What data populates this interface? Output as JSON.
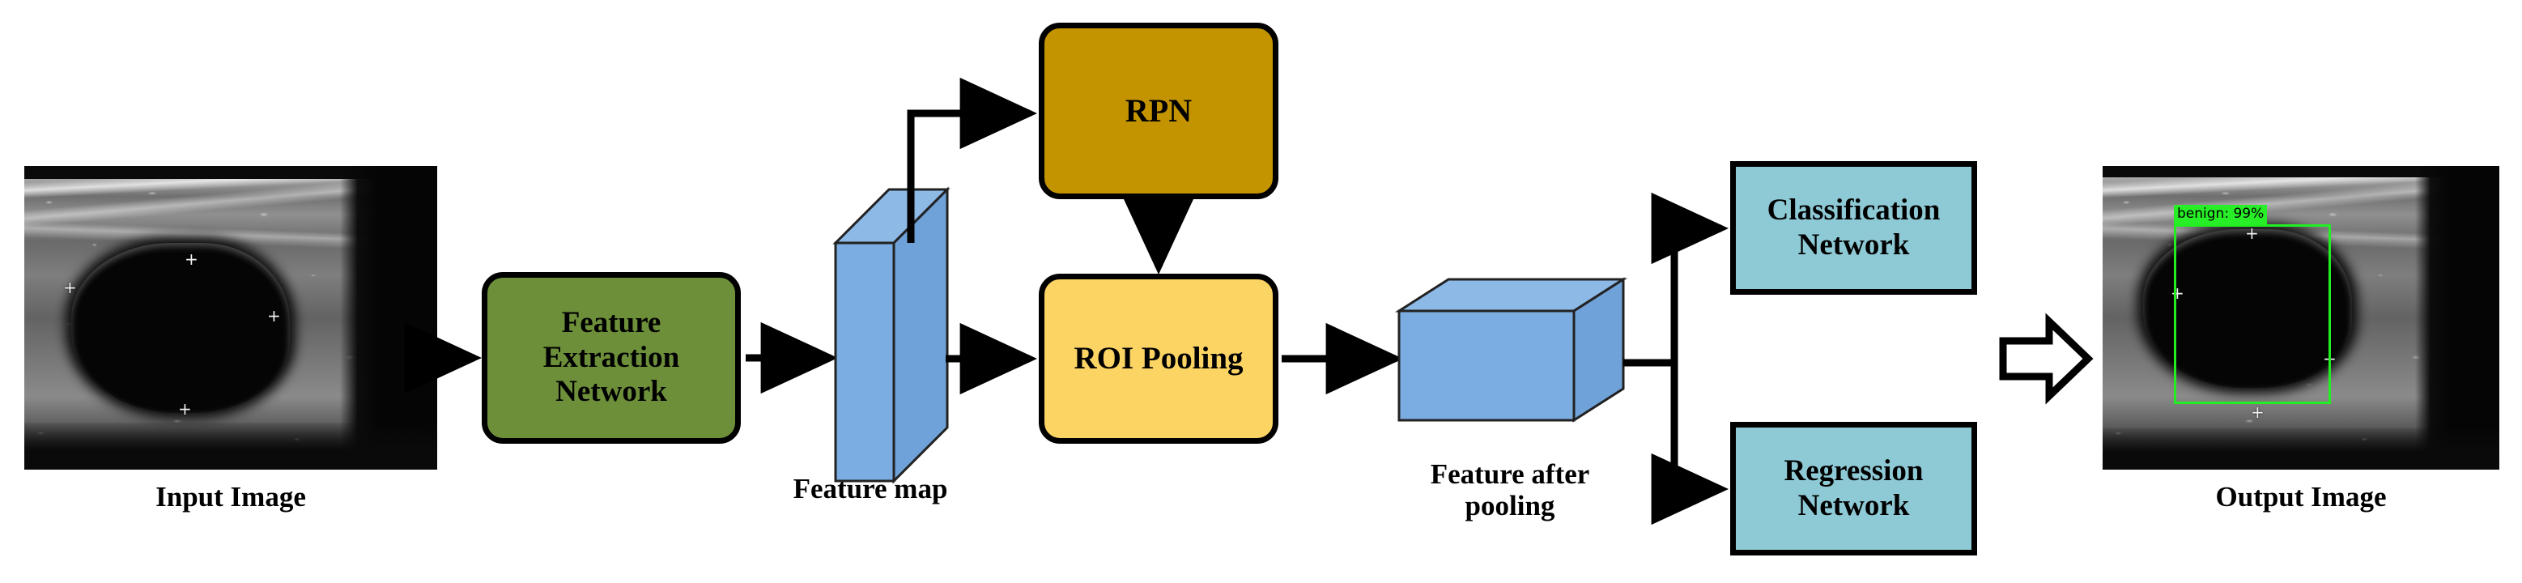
{
  "diagram": {
    "title": "Faster R-CNN breast ultrasound detection pipeline",
    "background_color": "#ffffff",
    "stroke_color": "#000000"
  },
  "palette": {
    "feature_extraction_green": "#6d8f3a",
    "rpn_dark_gold": "#c49400",
    "roi_pooling_yellow": "#fcd464",
    "network_light_blue": "#8ecad6",
    "tensor_blue": "#7bade2",
    "tensor_blue_dark": "#6fa2d8",
    "detection_green": "#28ee28"
  },
  "stages": {
    "input_image": {
      "caption": "Input Image",
      "icon": "ultrasound-scan"
    },
    "feature_extraction": {
      "label_lines": [
        "Feature",
        "Extraction",
        "Network"
      ],
      "label": "Feature Extraction Network",
      "fill": "#6d8f3a",
      "shape": "rounded-rect"
    },
    "feature_map": {
      "caption": "Feature map",
      "fill": "#7bade2",
      "shape": "3d-slab"
    },
    "rpn": {
      "label": "RPN",
      "fill": "#c49400",
      "shape": "rounded-rect"
    },
    "roi_pooling": {
      "label": "ROI Pooling",
      "fill": "#fcd464",
      "shape": "rounded-rect"
    },
    "feature_after_pooling": {
      "caption_lines": [
        "Feature after",
        "pooling"
      ],
      "caption": "Feature after pooling",
      "fill": "#7bade2",
      "shape": "3d-box"
    },
    "classification_network": {
      "label_lines": [
        "Classification",
        "Network"
      ],
      "label": "Classification Network",
      "fill": "#8ecad6",
      "shape": "rect"
    },
    "regression_network": {
      "label_lines": [
        "Regression",
        "Network"
      ],
      "label": "Regression Network",
      "fill": "#8ecad6",
      "shape": "rect"
    },
    "output_image": {
      "caption": "Output Image",
      "icon": "ultrasound-scan-annotated",
      "detection": {
        "label": "benign: 99%",
        "class_name": "benign",
        "confidence": "99%",
        "box_color": "#28ee28"
      }
    }
  },
  "connectors": [
    {
      "name": "input-to-feature-extraction",
      "from": "input_image",
      "to": "feature_extraction",
      "style": "solid-arrow"
    },
    {
      "name": "feature-extraction-to-feature-map",
      "from": "feature_extraction",
      "to": "feature_map",
      "style": "solid-arrow"
    },
    {
      "name": "feature-map-to-rpn",
      "from": "feature_map",
      "to": "rpn",
      "style": "elbow-arrow"
    },
    {
      "name": "feature-map-to-roi-pooling",
      "from": "feature_map",
      "to": "roi_pooling",
      "style": "solid-arrow"
    },
    {
      "name": "rpn-to-roi-pooling",
      "from": "rpn",
      "to": "roi_pooling",
      "style": "solid-arrow-down"
    },
    {
      "name": "roi-pooling-to-feature-after-pooling",
      "from": "roi_pooling",
      "to": "feature_after_pooling",
      "style": "solid-arrow"
    },
    {
      "name": "feature-after-pooling-to-classification",
      "from": "feature_after_pooling",
      "to": "classification_network",
      "style": "branch-arrow-up"
    },
    {
      "name": "feature-after-pooling-to-regression",
      "from": "feature_after_pooling",
      "to": "regression_network",
      "style": "branch-arrow-down"
    },
    {
      "name": "pipeline-to-output",
      "from": "networks",
      "to": "output_image",
      "style": "hollow-block-arrow"
    }
  ]
}
